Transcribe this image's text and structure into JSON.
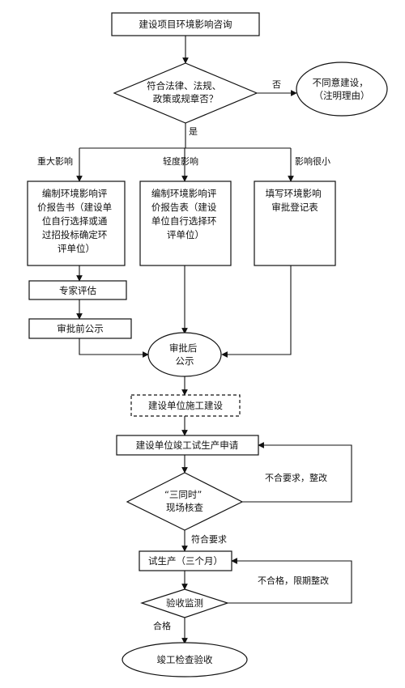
{
  "nodes": {
    "start": "建设项目环境影响咨询",
    "decision": [
      "符合法律、法规、",
      "政策或规章否？"
    ],
    "reject": [
      "不同意建设，",
      "（注明理由）"
    ],
    "report_book": [
      "编制环境影响评",
      "价报告书（建设单",
      "位自行选择或通",
      "过招投标确定环",
      "评单位）"
    ],
    "report_table": [
      "编制环境影响评",
      "价报告表（建设",
      "单位自行选择环",
      "评单位）"
    ],
    "register": [
      "填写环境影响",
      "审批登记表"
    ],
    "expert": "专家评估",
    "pre_publicity": "审批前公示",
    "post_publicity": [
      "审批后",
      "公示"
    ],
    "construction": "建设单位施工建设",
    "trial_apply": "建设单位竣工试生产申请",
    "three_same": [
      "“三同时”",
      "现场核查"
    ],
    "trial_run": "试生产（三个月）",
    "acceptance_test": "验收监测",
    "final": "竣工检查验收"
  },
  "labels": {
    "no": "否",
    "yes": "是",
    "major": "重大影响",
    "minor": "轻度影响",
    "small": "影响很小",
    "fail_rectify": "不合要求，整改",
    "pass_req": "符合要求",
    "fail_deadline": "不合格，限期整改",
    "pass": "合格"
  }
}
